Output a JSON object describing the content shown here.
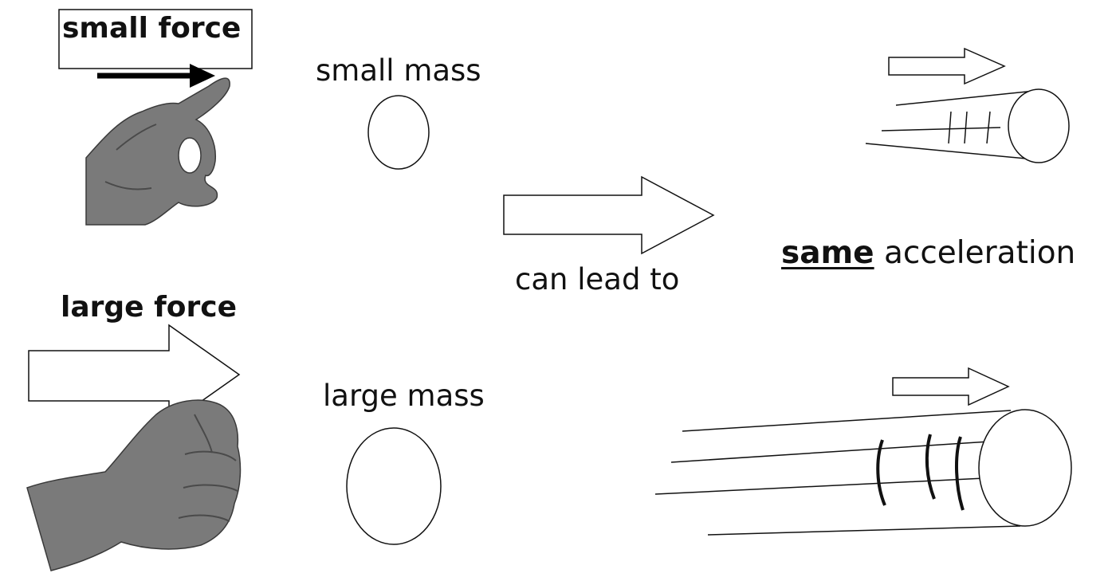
{
  "labels": {
    "small_force": "small force",
    "large_force": "large force",
    "small_mass": "small mass",
    "large_mass": "large mass",
    "can_lead_to": "can lead to",
    "same": "same",
    "acceleration": " acceleration"
  },
  "icons": {
    "small_hand": "flicking-hand-icon",
    "large_hand": "fist-hand-icon"
  },
  "colors": {
    "stroke": "#111111",
    "hand": "#7a7a7a",
    "hand_shadow": "#4a4a4a"
  }
}
